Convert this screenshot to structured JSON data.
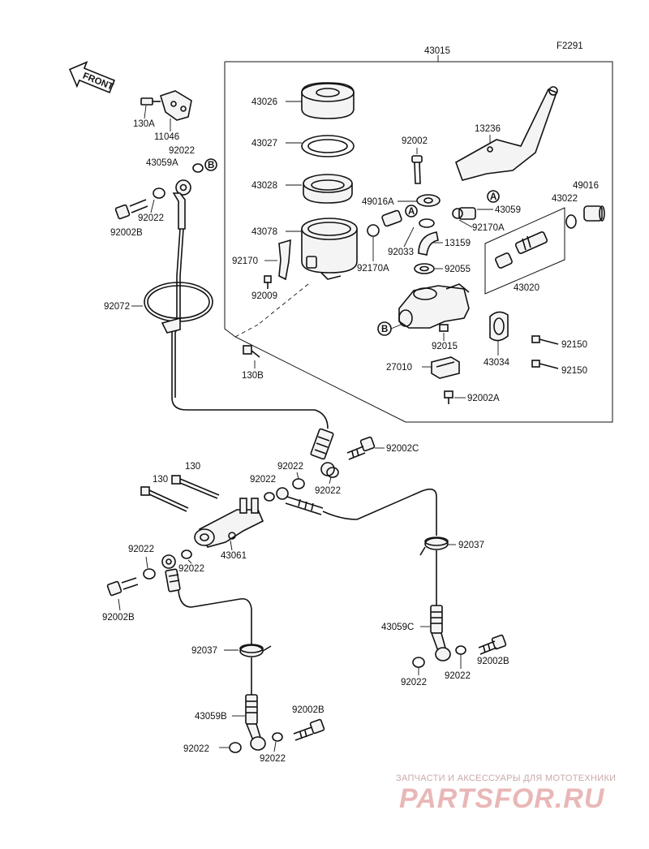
{
  "diagram": {
    "figure_id": "F2291",
    "assembly_label": "43015",
    "front_arrow_label": "FRONT",
    "circle_markers": {
      "a": "A",
      "b": "B"
    },
    "labels": {
      "p43026": "43026",
      "p43027": "43027",
      "p43028": "43028",
      "p43078": "43078",
      "p92170": "92170",
      "p92009": "92009",
      "p92002_top": "92002",
      "p13236": "13236",
      "p49016a": "49016A",
      "p49016": "49016",
      "p43022": "43022",
      "p43059": "43059",
      "p92170a_1": "92170A",
      "p92170a_2": "92170A",
      "p92033": "92033",
      "p13159": "13159",
      "p92055": "92055",
      "p43020": "43020",
      "p92015": "92015",
      "p43034": "43034",
      "p92150_1": "92150",
      "p92150_2": "92150",
      "p27010": "27010",
      "p92002a": "92002A",
      "p130a": "130A",
      "p11046": "11046",
      "p92022_tl": "92022",
      "p43059a": "43059A",
      "p92022_left": "92022",
      "p92002b_left": "92002B",
      "p92072": "92072",
      "p130b": "130B",
      "p92002c": "92002C",
      "p92022_m1": "92022",
      "p92022_m2": "92022",
      "p130_1": "130",
      "p130_2": "130",
      "p92022_m3": "92022",
      "p92022_l2": "92022",
      "p92022_l3": "92022",
      "p43061": "43061",
      "p92002b_l2": "92002B",
      "p92037_r": "92037",
      "p43059c": "43059C",
      "p92022_r1": "92022",
      "p92022_r2": "92022",
      "p92002b_r": "92002B",
      "p92037_l": "92037",
      "p43059b": "43059B",
      "p92002b_b": "92002B",
      "p92022_b1": "92022",
      "p92022_b2": "92022"
    }
  },
  "watermark": {
    "tagline": "ЗАПЧАСТИ И АКСЕССУАРЫ ДЛЯ МОТОТЕХНИКИ",
    "brand": "PARTSFOR.RU"
  }
}
